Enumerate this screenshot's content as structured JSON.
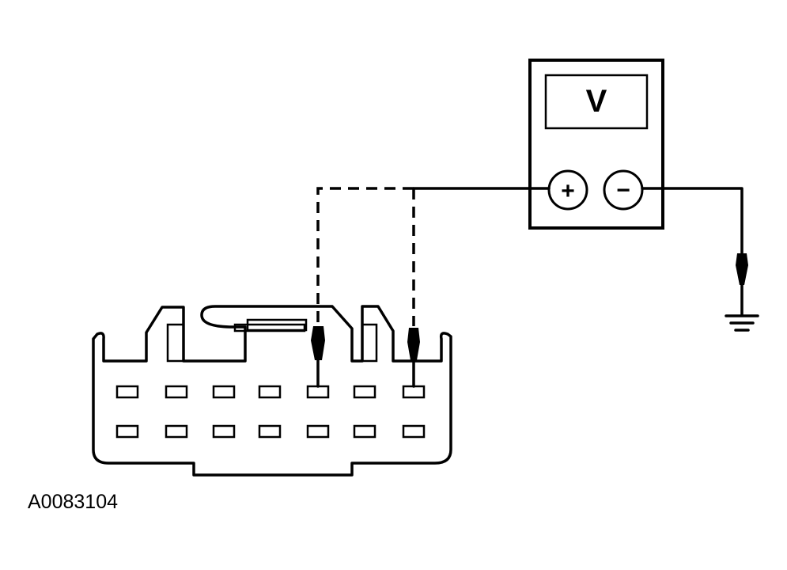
{
  "figure_id": "A0083104",
  "meter": {
    "display_symbol": "V",
    "positive_symbol": "+",
    "negative_symbol": "−"
  },
  "connector": {
    "rows": 2,
    "pins_per_row": 7
  }
}
